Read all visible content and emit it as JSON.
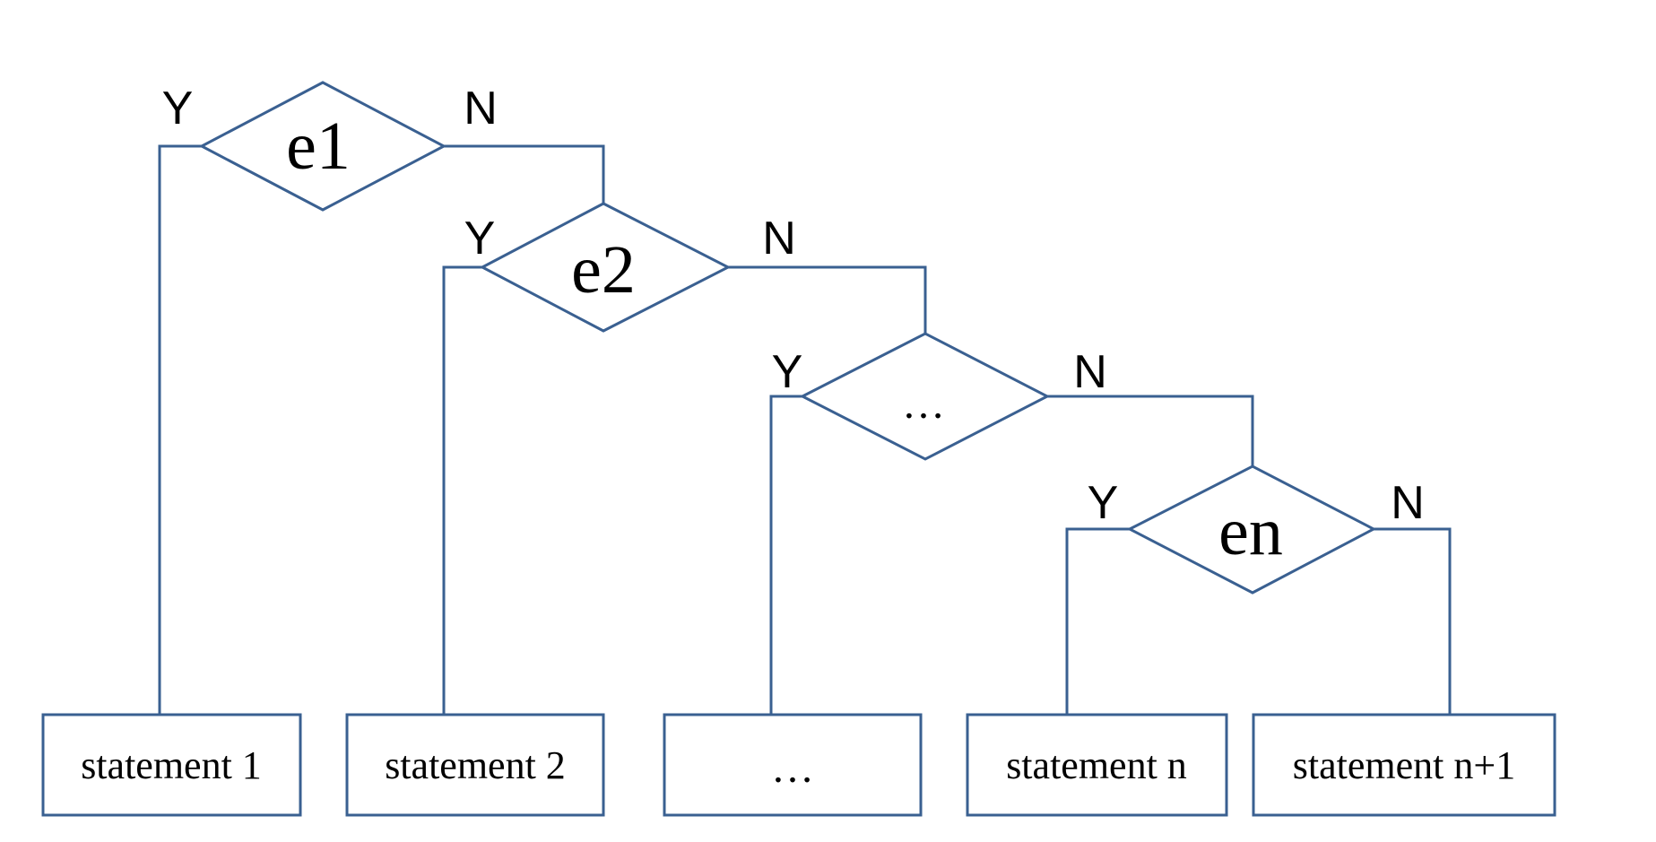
{
  "diagram": {
    "conditions": [
      {
        "label": "e1",
        "yes": "Y",
        "no": "N"
      },
      {
        "label": "e2",
        "yes": "Y",
        "no": "N"
      },
      {
        "label": "…",
        "yes": "Y",
        "no": "N"
      },
      {
        "label": "en",
        "yes": "Y",
        "no": "N"
      }
    ],
    "statements": [
      {
        "label": "statement 1"
      },
      {
        "label": "statement 2"
      },
      {
        "label": "…"
      },
      {
        "label": "statement n"
      },
      {
        "label": "statement n+1"
      }
    ],
    "colors": {
      "stroke": "#3a6091",
      "background": "#ffffff",
      "text": "#000000"
    }
  }
}
